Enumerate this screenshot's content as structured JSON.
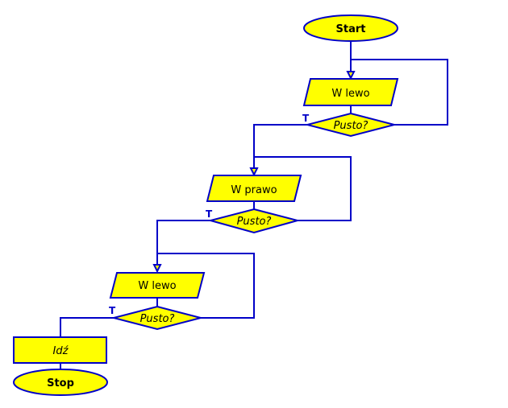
{
  "colors": {
    "fill": "#ffff00",
    "stroke": "#0000c8"
  },
  "flowchart": {
    "start_label": "Start",
    "stop_label": "Stop",
    "true_marker": "T",
    "steps": [
      {
        "action": "W lewo",
        "condition": "Pusto?"
      },
      {
        "action": "W prawo",
        "condition": "Pusto?"
      },
      {
        "action": "W lewo",
        "condition": "Pusto?"
      }
    ],
    "final_action": "Idź"
  }
}
